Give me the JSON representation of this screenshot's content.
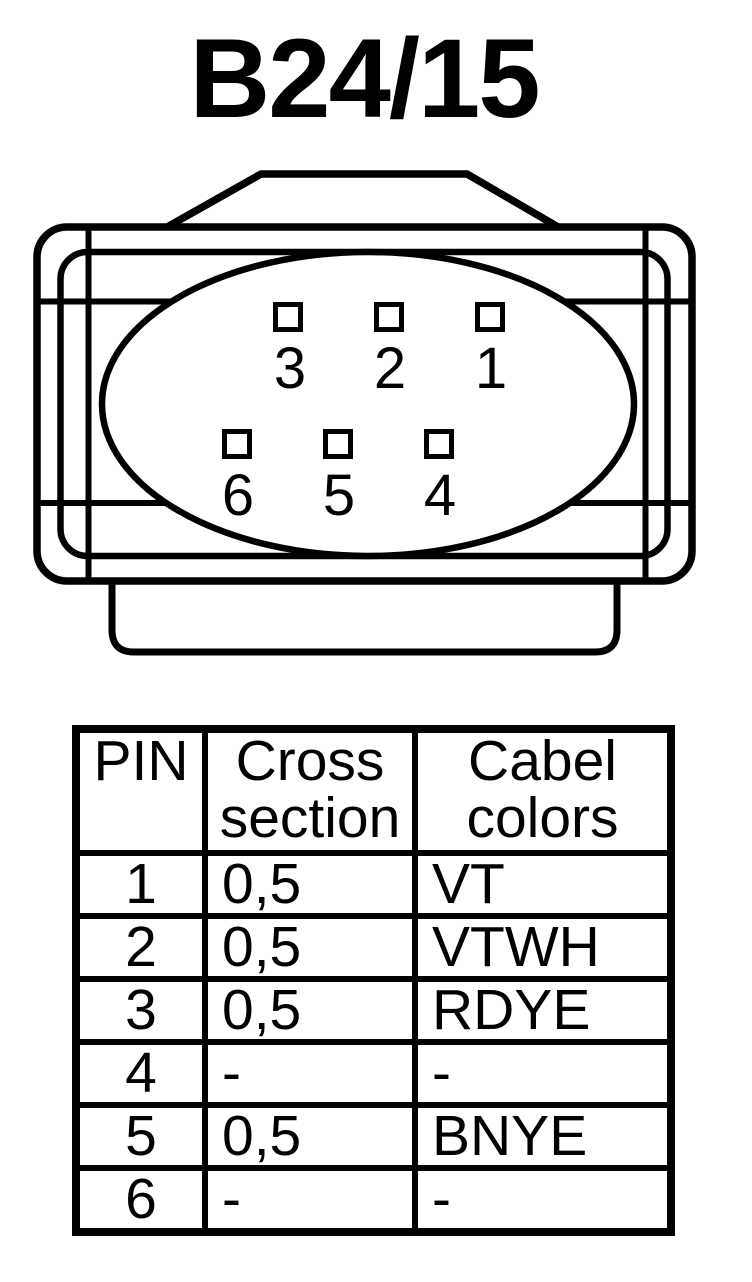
{
  "title": "B24/15",
  "colors": {
    "line": "#000000",
    "background": "#ffffff"
  },
  "connector": {
    "description": "6-pin connector face view, two rows of square pin sockets inside an oval housing",
    "pins": [
      {
        "label": "3"
      },
      {
        "label": "2"
      },
      {
        "label": "1"
      },
      {
        "label": "6"
      },
      {
        "label": "5"
      },
      {
        "label": "4"
      }
    ]
  },
  "table": {
    "headers": {
      "pin": "PIN",
      "cross_section": "Cross section",
      "cable_colors": "Cabel colors"
    },
    "rows": [
      {
        "pin": "1",
        "cross_section": "0,5",
        "cable_color": "VT"
      },
      {
        "pin": "2",
        "cross_section": "0,5",
        "cable_color": "VTWH"
      },
      {
        "pin": "3",
        "cross_section": "0,5",
        "cable_color": "RDYE"
      },
      {
        "pin": "4",
        "cross_section": "-",
        "cable_color": "-"
      },
      {
        "pin": "5",
        "cross_section": "0,5",
        "cable_color": "BNYE"
      },
      {
        "pin": "6",
        "cross_section": "-",
        "cable_color": "-"
      }
    ]
  }
}
